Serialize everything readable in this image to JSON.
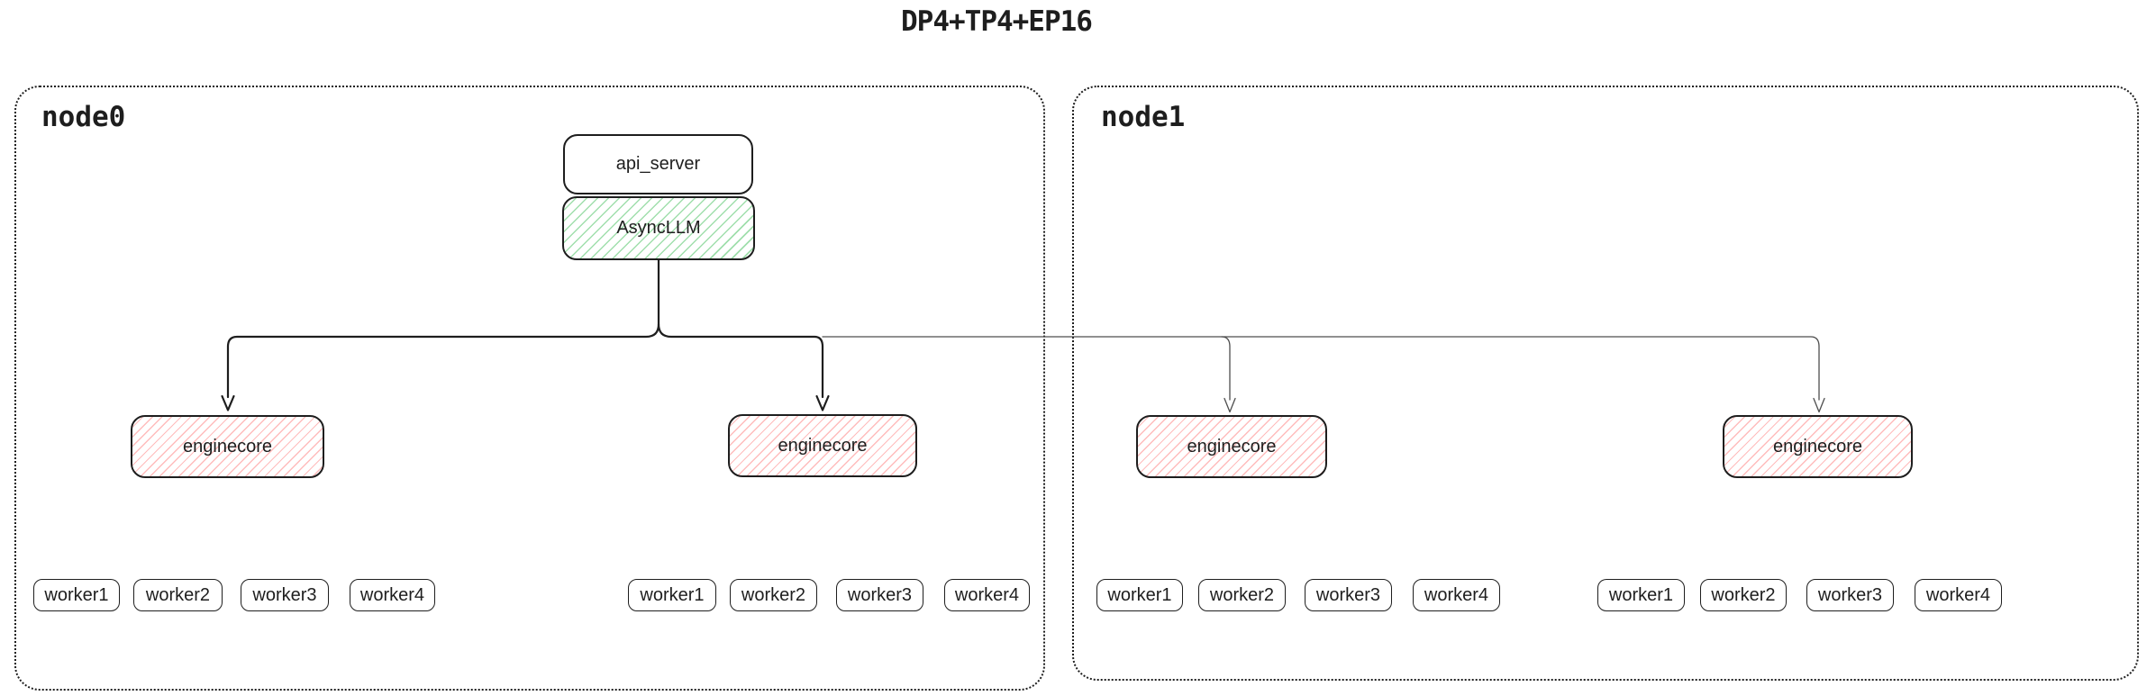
{
  "title": "DP4+TP4+EP16",
  "colors": {
    "ink": "#1e1e1e",
    "green_hatch": "#52c468",
    "red_hatch": "#ff6b6b",
    "thin_connector": "#4d4d4d"
  },
  "node0": {
    "label": "node0",
    "api_server_label": "api_server",
    "async_llm_label": "AsyncLLM",
    "enginecores": [
      "enginecore",
      "enginecore"
    ],
    "worker_groups": [
      [
        "worker1",
        "worker2",
        "worker3",
        "worker4"
      ],
      [
        "worker1",
        "worker2",
        "worker3",
        "worker4"
      ]
    ]
  },
  "node1": {
    "label": "node1",
    "enginecores": [
      "enginecore",
      "enginecore"
    ],
    "worker_groups": [
      [
        "worker1",
        "worker2",
        "worker3",
        "worker4"
      ],
      [
        "worker1",
        "worker2",
        "worker3",
        "worker4"
      ]
    ]
  }
}
